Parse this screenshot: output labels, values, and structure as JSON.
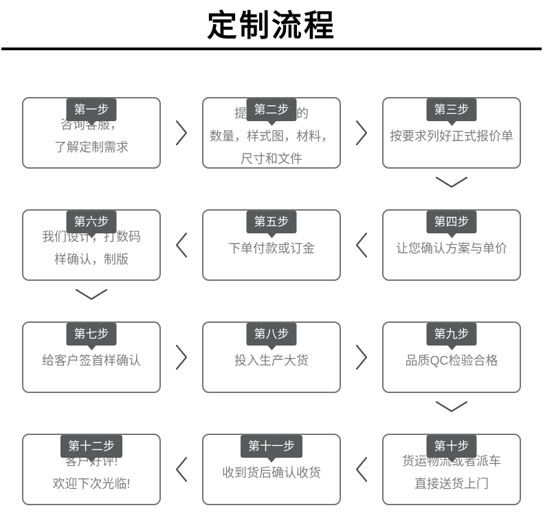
{
  "header": {
    "title": "定制流程"
  },
  "colors": {
    "badge_background": "#58595b",
    "badge_text": "#ffffff",
    "box_border": "#757575",
    "box_text": "#7d7d7d",
    "arrow": "#4d4d4d",
    "title": "#000000"
  },
  "steps": [
    {
      "label": "第一步",
      "text": [
        "咨询客服，",
        "了解定制需求"
      ]
    },
    {
      "label": "第二步",
      "text": [
        "提供您要求的",
        "数量，样式图，材料，",
        "尺寸和文件"
      ]
    },
    {
      "label": "第三步",
      "text": [
        "按要求列好正式报价单"
      ]
    },
    {
      "label": "第四步",
      "text": [
        "让您确认方案与单价"
      ]
    },
    {
      "label": "第五步",
      "text": [
        "下单付款或订金"
      ]
    },
    {
      "label": "第六步",
      "text": [
        "我们设计，打数码",
        "样确认，制版"
      ]
    },
    {
      "label": "第七步",
      "text": [
        "给客户签首样确认"
      ]
    },
    {
      "label": "第八步",
      "text": [
        "投入生产大货"
      ]
    },
    {
      "label": "第九步",
      "text": [
        "品质QC检验合格"
      ]
    },
    {
      "label": "第十步",
      "text": [
        "货运物流或者派车",
        "直接送货上门"
      ]
    },
    {
      "label": "第十一步",
      "text": [
        "收到货后确认收货"
      ]
    },
    {
      "label": "第十二步",
      "text": [
        "客户好评!",
        "欢迎下次光临!"
      ]
    }
  ],
  "arrows": {
    "right": "arrow-right",
    "left": "arrow-left",
    "down": "arrow-down"
  }
}
